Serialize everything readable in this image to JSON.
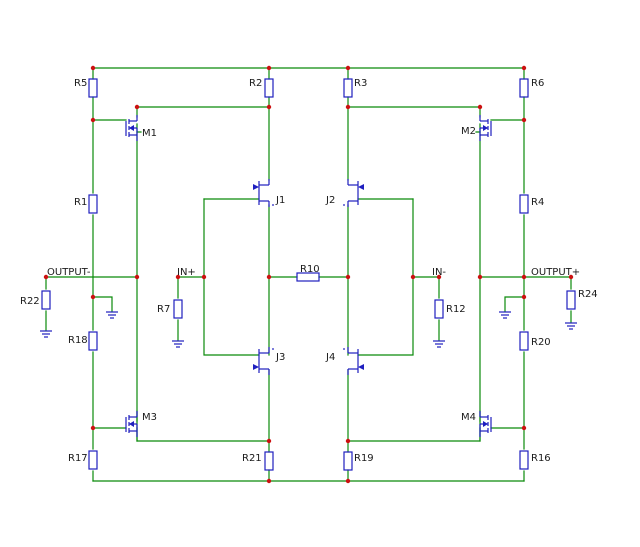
{
  "colors": {
    "wire": "#0a8a0a",
    "component": "#1f1fbf",
    "node": "#cc1111",
    "text": "#1a1a1a"
  },
  "labels": {
    "R1": "R1",
    "R2": "R2",
    "R3": "R3",
    "R4": "R4",
    "R5": "R5",
    "R6": "R6",
    "R7": "R7",
    "R10": "R10",
    "R12": "R12",
    "R16": "R16",
    "R17": "R17",
    "R18": "R18",
    "R19": "R19",
    "R20": "R20",
    "R21": "R21",
    "R22": "R22",
    "R24": "R24",
    "M1": "M1",
    "M2": "M2",
    "M3": "M3",
    "M4": "M4",
    "J1": "J1",
    "J2": "J2",
    "J3": "J3",
    "J4": "J4",
    "in_plus": "IN+",
    "in_minus": "IN-",
    "out_minus": "OUTPUT-",
    "out_plus": "OUTPUT+"
  }
}
